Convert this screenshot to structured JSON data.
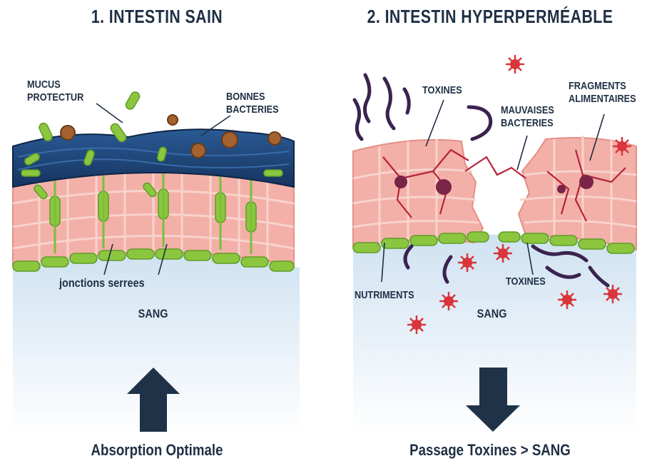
{
  "left": {
    "title": "1. INTESTIN SAIN",
    "labels": {
      "mucus": "MUCUS\nPROTECTUR",
      "bonnes_bacteries": "BONNES\nBACTERIES",
      "jonctions": "jonctions serrees",
      "sang": "SANG"
    },
    "caption": "Absorption Optimale",
    "arrow_direction": "up"
  },
  "right": {
    "title": "2. INTESTIN HYPERPERMÉABLE",
    "labels": {
      "toxines_top": "TOXINES",
      "mauvaises_bacteries": "MAUVAISES\nBACTERIES",
      "fragments": "FRAGMENTS\nALIMENTAIRES",
      "nutriments": "NUTRIMENTS",
      "toxines_bottom": "TOXINES",
      "sang": "SANG"
    },
    "caption": "Passage Toxines > SANG",
    "arrow_direction": "down"
  },
  "colors": {
    "title": "#1f2f44",
    "cells": "#f3b0a8",
    "cell_border": "#e58f86",
    "membrane": "#7bbf3a",
    "mucus": "#1d3f72",
    "blood_top": "#dbe9f4",
    "toxin": "#d8363a",
    "bad_bacteria": "#3a2350",
    "arrow": "#1f3247"
  }
}
